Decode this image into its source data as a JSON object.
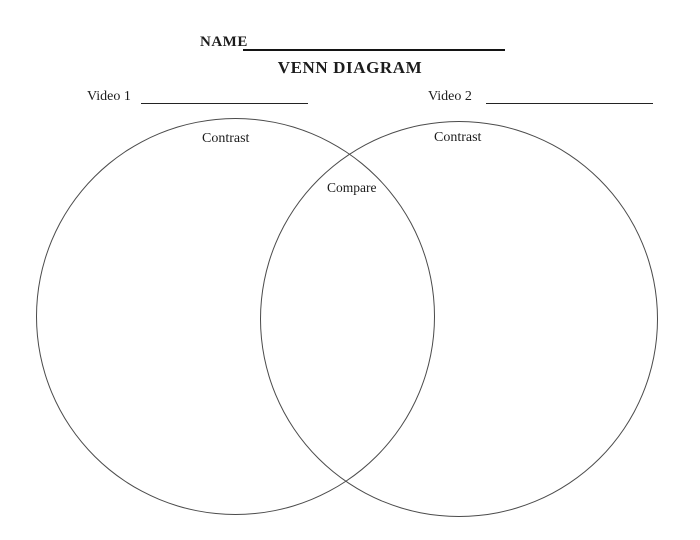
{
  "header": {
    "name_label": "NAME",
    "title": "VENN DIAGRAM"
  },
  "fields": {
    "video1_label": "Video 1",
    "video2_label": "Video 2"
  },
  "venn": {
    "left_contrast_label": "Contrast",
    "right_contrast_label": "Contrast",
    "compare_label": "Compare"
  },
  "colors": {
    "background": "#ffffff",
    "text": "#1c1c1c",
    "circle_stroke": "#4b4b4b",
    "name_underline": "#141414",
    "field_underline": "#232323"
  }
}
